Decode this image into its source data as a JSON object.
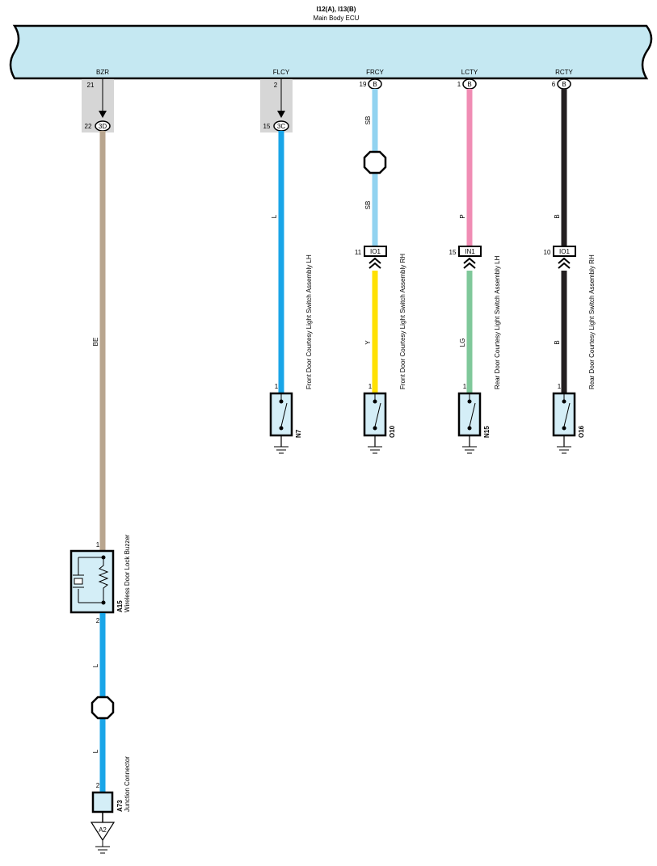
{
  "ecu": {
    "code": "I12(A), I13(B)",
    "name": "Main Body ECU",
    "fill": "#c5e8f2"
  },
  "circuits": [
    {
      "key": "bzr",
      "terminal": "BZR",
      "ecu_pin": "21",
      "join_pin": "22",
      "join_label": "3D",
      "wire_top_code": "BE",
      "wire_top_color": "#b8a58e",
      "device_code": "A15",
      "device_name": "Wireless Door Lock Buzzer",
      "device_pin_in": "1",
      "device_pin_out": "2",
      "wire_low_code_1": "L",
      "wire_low_code_2": "L",
      "wire_low_color": "#19a5e8",
      "jc_pin": "2",
      "jc_code": "A73",
      "jc_name": "Junction Connector",
      "ground_label": "A2"
    },
    {
      "key": "flcy",
      "terminal": "FLCY",
      "ecu_pin": "2",
      "join_pin": "15",
      "join_label": "3C",
      "wire_code": "L",
      "wire_color": "#19a5e8",
      "switch_pin": "1",
      "device_code": "N7",
      "device_name": "Front Door Courtesy Light Switch Assembly LH"
    },
    {
      "key": "frcy",
      "terminal": "FRCY",
      "ecu_pin": "19",
      "ecu_conn": "B",
      "wire_top_code_1": "SB",
      "wire_top_code_2": "SB",
      "wire_top_color": "#92d3f0",
      "conn_pin": "11",
      "conn_label": "IO1",
      "wire_low_code": "Y",
      "wire_low_color": "#ffe100",
      "switch_pin": "1",
      "device_code": "O10",
      "device_name": "Front Door Courtesy Light Switch Assembly RH"
    },
    {
      "key": "lcty",
      "terminal": "LCTY",
      "ecu_pin": "1",
      "ecu_conn": "B",
      "wire_top_code": "P",
      "wire_top_color": "#f08cb4",
      "conn_pin": "15",
      "conn_label": "IN1",
      "wire_low_code": "LG",
      "wire_low_color": "#7fc89a",
      "switch_pin": "1",
      "device_code": "N15",
      "device_name": "Rear Door Courtesy Light Switch Assembly LH"
    },
    {
      "key": "rcty",
      "terminal": "RCTY",
      "ecu_pin": "6",
      "ecu_conn": "B",
      "wire_top_code": "B",
      "wire_top_color": "#231f20",
      "conn_pin": "10",
      "conn_label": "IO1",
      "wire_low_code": "B",
      "wire_low_color": "#231f20",
      "switch_pin": "1",
      "device_code": "O16",
      "device_name": "Rear Door Courtesy Light Switch Assembly RH"
    }
  ],
  "colors": {
    "device_fill": "#d4eef7",
    "junction_shade": "#d6d6d6"
  }
}
